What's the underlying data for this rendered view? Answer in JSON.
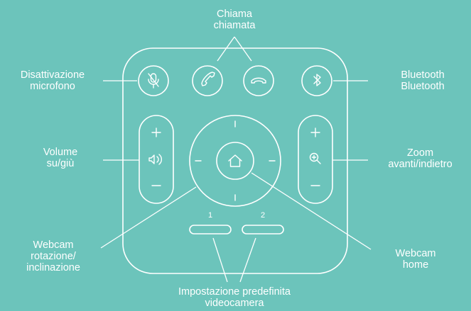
{
  "colors": {
    "background": "#6cc4bb",
    "foreground": "#ffffff"
  },
  "labels": {
    "call": [
      "Chiama",
      "chiamata"
    ],
    "mute": [
      "Disattivazione",
      "microfono"
    ],
    "bluetooth": [
      "Bluetooth",
      "Bluetooth"
    ],
    "volume": [
      "Volume",
      "su/giù"
    ],
    "zoom": [
      "Zoom",
      "avanti/indietro"
    ],
    "pan_tilt": [
      "Webcam",
      "rotazione/",
      "inclinazione"
    ],
    "home": [
      "Webcam",
      "home"
    ],
    "presets": [
      "Impostazione predefinita",
      "videocamera"
    ]
  },
  "preset_numbers": [
    "1",
    "2"
  ],
  "icons": {
    "mute": "microphone-muted-icon",
    "call": "phone-icon",
    "hangup": "hang-up-icon",
    "bluetooth": "bluetooth-icon",
    "volume_plus": "plus-icon",
    "volume": "speaker-icon",
    "volume_minus": "minus-icon",
    "zoom_plus": "plus-icon",
    "zoom": "magnifier-plus-icon",
    "zoom_minus": "minus-icon",
    "home": "home-icon"
  }
}
